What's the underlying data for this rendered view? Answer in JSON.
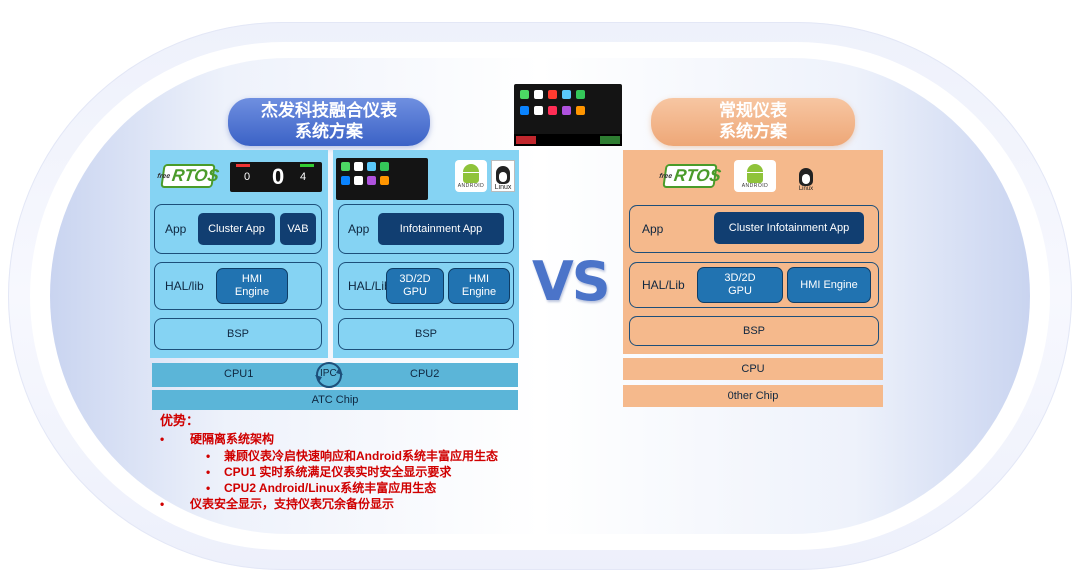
{
  "left_title": "杰发科技融合仪表\n系统方案",
  "right_title": "常规仪表\n系统方案",
  "vs": "VS",
  "left": {
    "cpu1": {
      "rtos_logo": "RTOS",
      "rtos_small": "free",
      "cluster_screen": {
        "left_value": "0",
        "center_value": "0",
        "right_value": "4"
      },
      "app_label": "App",
      "app_boxes": [
        "Cluster App",
        "VAB"
      ],
      "hal_label": "HAL/lib",
      "hal_box": "HMI\nEngine",
      "bsp": "BSP"
    },
    "cpu2": {
      "android_text": "ANDROID",
      "linux_text": "Linux",
      "app_label": "App",
      "app_box": "Infotainment App",
      "hal_label": "HAL/Lib",
      "hal_boxes": [
        "3D/2D\nGPU",
        "HMI\nEngine"
      ],
      "bsp": "BSP"
    },
    "cpu_bar": {
      "cpu1": "CPU1",
      "ipc": "IPC",
      "cpu2": "CPU2"
    },
    "chip_bar": "ATC Chip"
  },
  "right": {
    "rtos_logo": "RTOS",
    "rtos_small": "free",
    "android_text": "ANDROID",
    "linux_text": "Linux",
    "app_label": "App",
    "app_box": "Cluster Infotainment App",
    "hal_label": "HAL/Lib",
    "hal_boxes": [
      "3D/2D\nGPU",
      "HMI Engine"
    ],
    "bsp": "BSP",
    "cpu_bar": "CPU",
    "chip_bar": "0ther Chip"
  },
  "advantages": {
    "title": "优势：",
    "items": [
      {
        "bullet": "•",
        "text": "硬隔离系统架构",
        "sub": [
          "兼顾仪表冷启快速响应和Android系统丰富应用生态",
          "CPU1 实时系统满足仪表实时安全显示要求",
          "CPU2 Android/Linux系统丰富应用生态"
        ]
      },
      {
        "bullet": "•",
        "text": "仪表安全显示，支持仪表冗余备份显示",
        "sub": []
      }
    ]
  },
  "colors": {
    "panel_blue": "#85d3f3",
    "panel_orange": "#f5b98c",
    "dark_box": "#113e71",
    "mid_box": "#2173b1",
    "advantage_text": "#d00000",
    "vs": "#4b74c9"
  },
  "icons": [
    "freertos-logo",
    "android-logo",
    "linux-tux-logo",
    "cluster-screen",
    "carplay-screen",
    "ipc-cycle-icon"
  ]
}
